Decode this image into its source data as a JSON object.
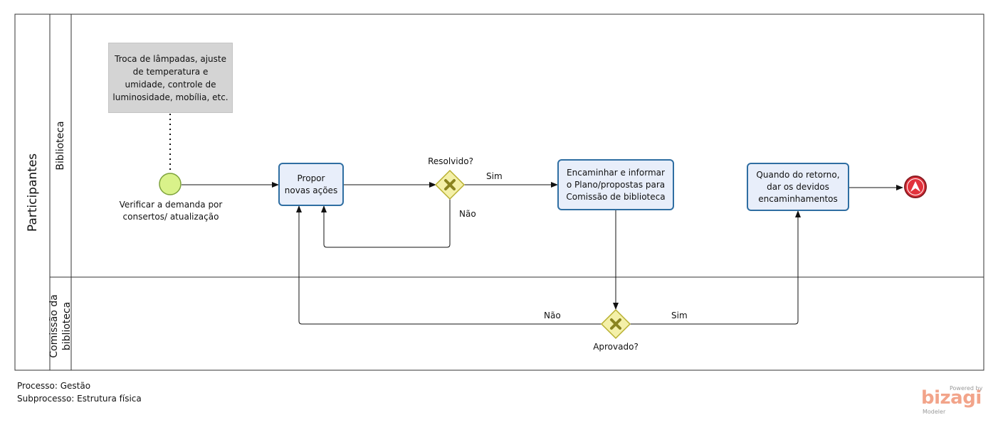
{
  "pool": {
    "label": "Participantes"
  },
  "lanes": [
    {
      "label": "Biblioteca"
    },
    {
      "label": "Comissão da biblioteca"
    }
  ],
  "annotation": {
    "text": "Troca de lâmpadas, ajuste de temperatura e umidade, controle de luminosidade, mobília, etc."
  },
  "start_event": {
    "label": "Verificar a demanda por consertos/ atualização"
  },
  "tasks": [
    {
      "label": "Propor novas ações"
    },
    {
      "label": "Encaminhar e informar o Plano/propostas para Comissão de biblioteca"
    },
    {
      "label": "Quando do retorno, dar os devidos encaminhamentos"
    }
  ],
  "gateways": [
    {
      "label": "Resolvido?",
      "yes": "Sim",
      "no": "Não"
    },
    {
      "label": "Aprovado?",
      "yes": "Sim",
      "no": "Não"
    }
  ],
  "footer": {
    "process": "Processo: Gestão",
    "subprocess": "Subprocesso: Estrutura física"
  },
  "brand": {
    "powered": "Powered by",
    "name": "bizagi",
    "product": "Modeler"
  },
  "colors": {
    "task_border": "#2f6ea2",
    "task_fill": "#e8eefa",
    "start_fill": "#d9f28a",
    "start_border": "#7da23a",
    "end_fill": "#e2323c",
    "end_border": "#8a1c22",
    "gateway_fill": "#f4f0a8",
    "gateway_border": "#b8b030",
    "gateway_mark": "#8a8420",
    "annotation_fill": "#d4d4d4"
  }
}
